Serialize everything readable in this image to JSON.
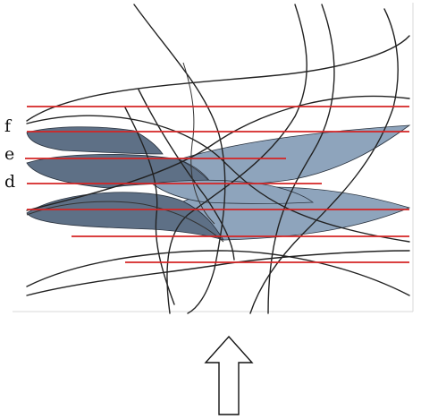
{
  "labels": {
    "f": "f",
    "e": "e",
    "d": "d"
  },
  "colors": {
    "band_dark": "#5e7086",
    "band_light": "#8ea4bc",
    "outline": "#222222",
    "guide_line": "#d42424"
  },
  "guide_line_count": 7,
  "arrow": {
    "direction": "up",
    "style": "outlined"
  }
}
